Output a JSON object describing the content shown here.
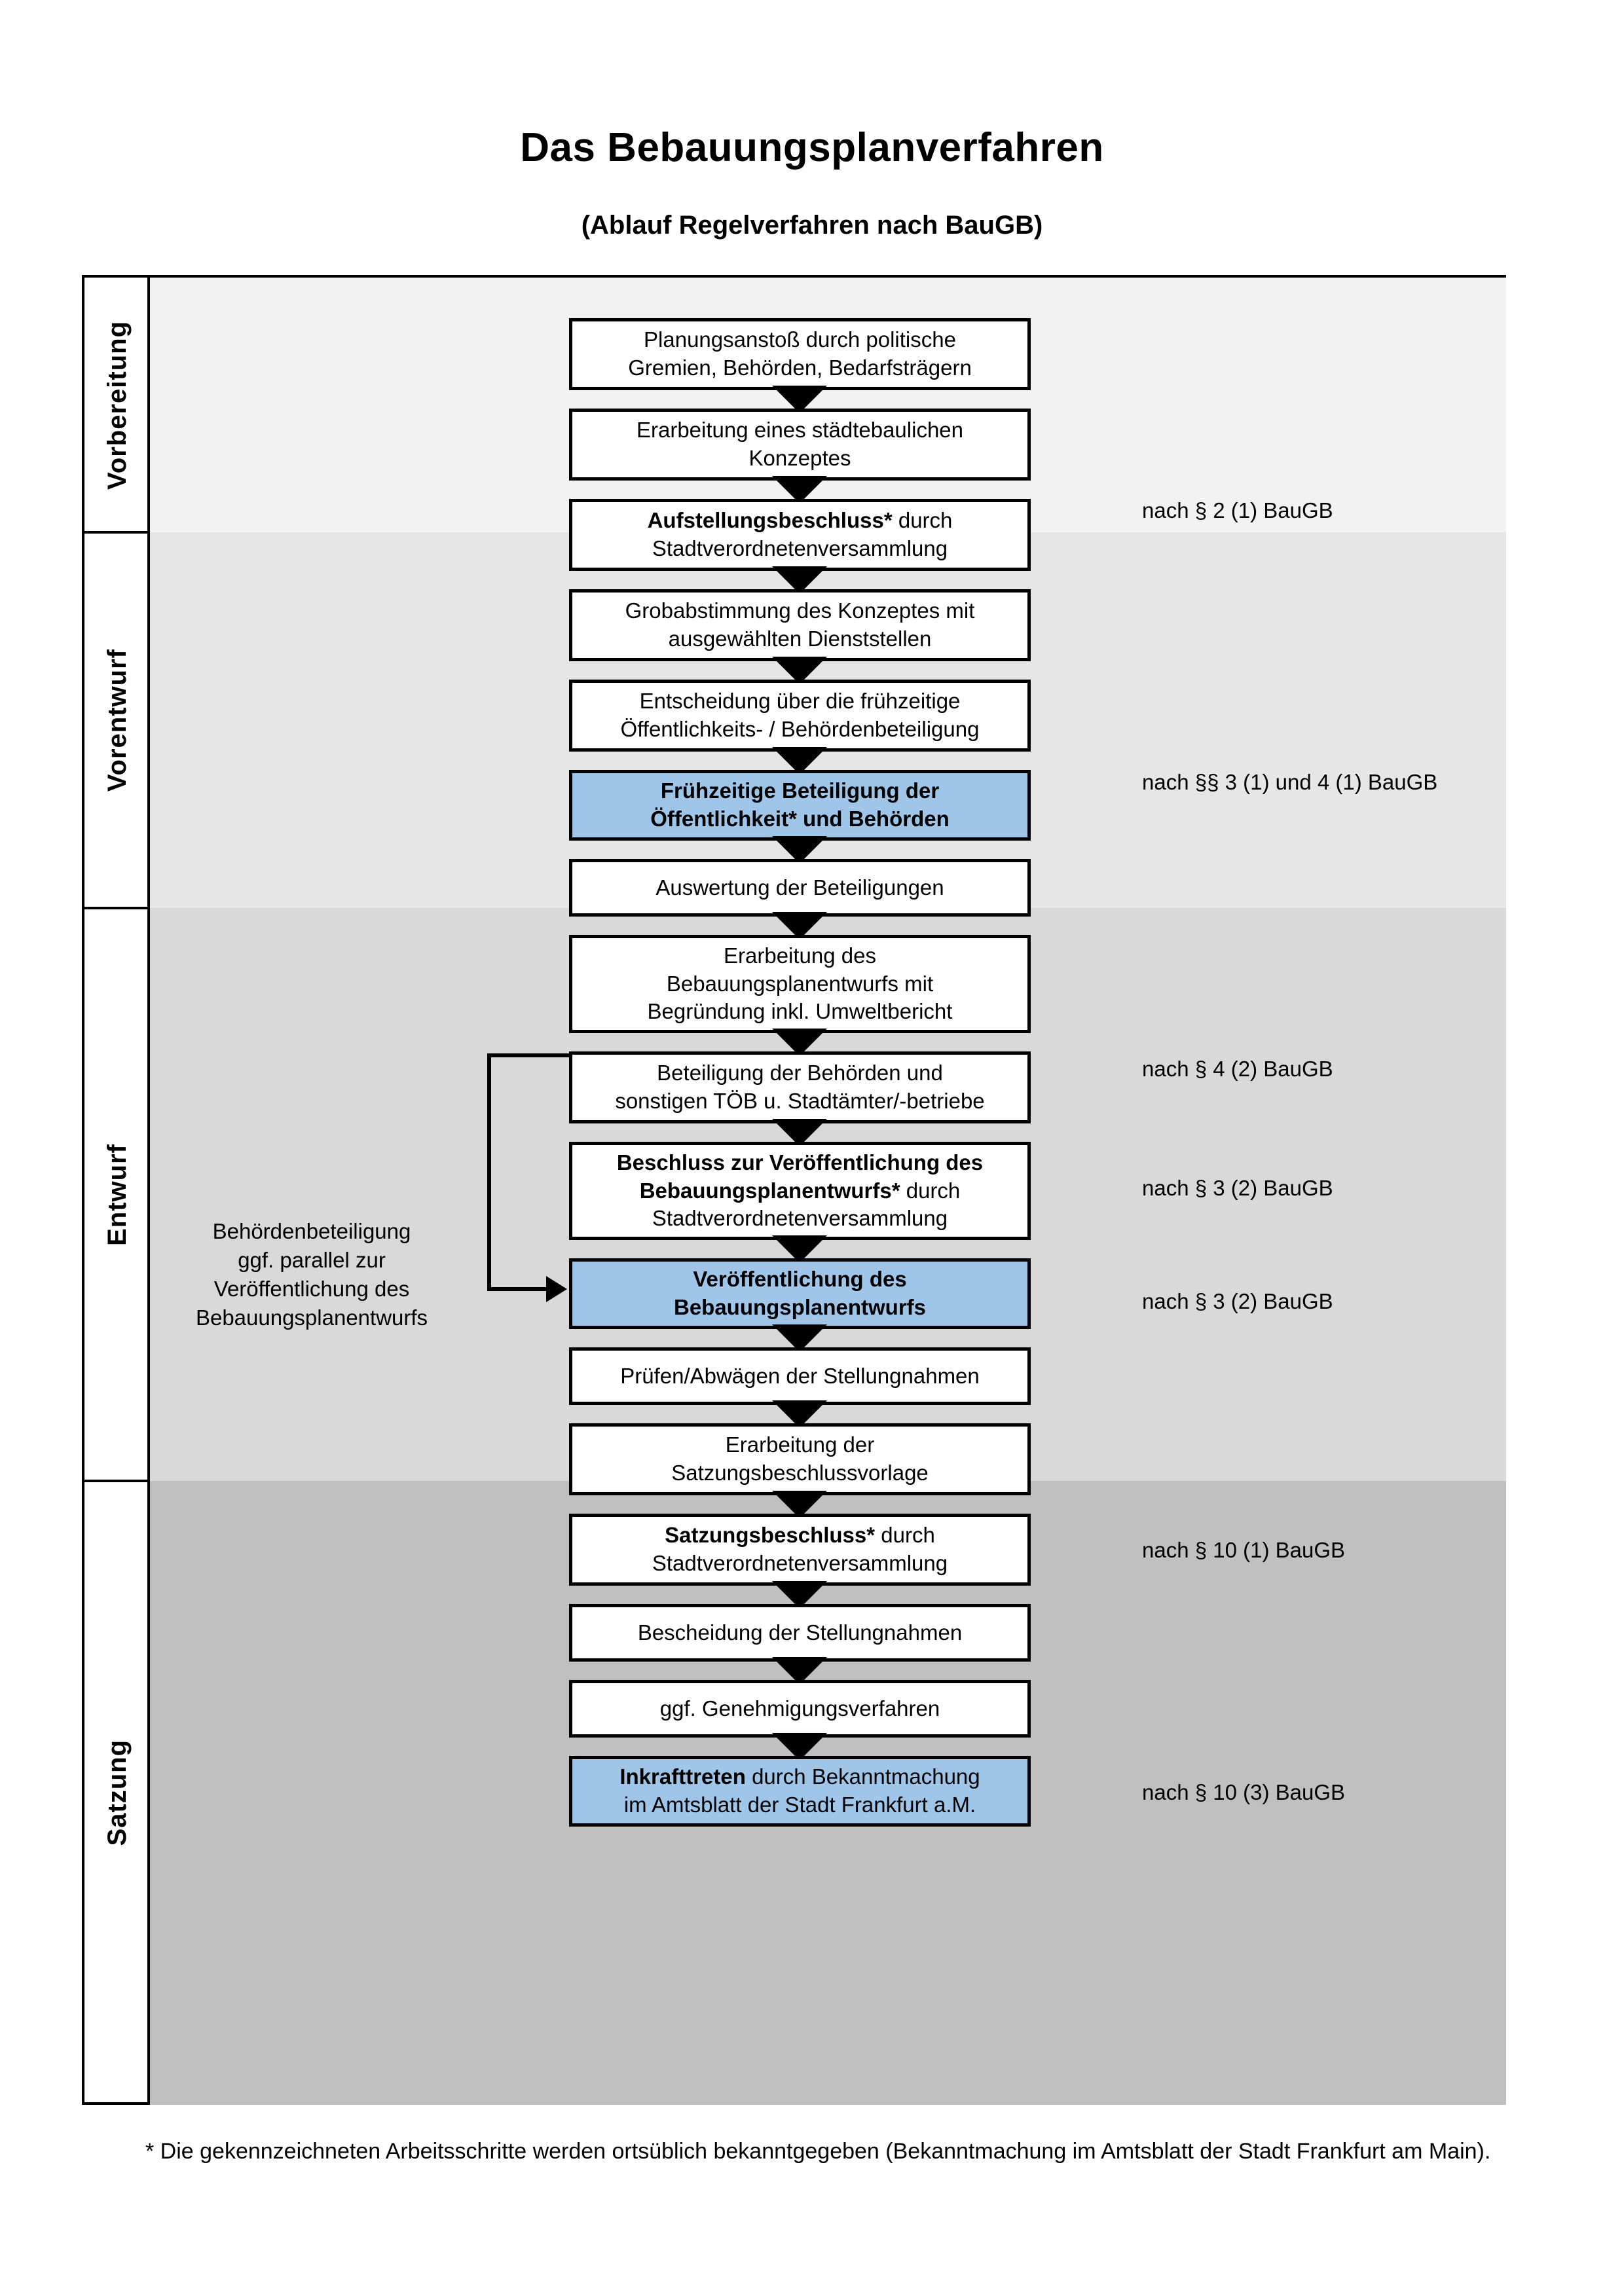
{
  "title": "Das Bebauungsplanverfahren",
  "subtitle": "(Ablauf Regelverfahren nach BauGB)",
  "colors": {
    "highlight_blue": "#9FC5E8",
    "band_1": "#F2F2F2",
    "band_2": "#E6E6E6",
    "band_3": "#D9D9D9",
    "band_4": "#C0C0C0",
    "stroke": "#000000"
  },
  "phases": [
    {
      "label": "Vorbereitung"
    },
    {
      "label": "Vorentwurf"
    },
    {
      "label": "Entwurf"
    },
    {
      "label": "Satzung"
    }
  ],
  "steps": [
    {
      "id": "planungsanstoss",
      "line1": "Planungsanstoß durch politische",
      "line2": "Gremien, Behörden, Bedarfsträgern",
      "bold_prefix": "",
      "highlighted": false
    },
    {
      "id": "staedtebauliches-konzept",
      "line1": "Erarbeitung eines städtebaulichen",
      "line2": "Konzeptes",
      "bold_prefix": "",
      "highlighted": false
    },
    {
      "id": "aufstellungsbeschluss",
      "line1": "Aufstellungsbeschluss* durch",
      "line2": "Stadtverordnetenversammlung",
      "bold_prefix": "Aufstellungsbeschluss*",
      "highlighted": false
    },
    {
      "id": "grobabstimmung",
      "line1": "Grobabstimmung des Konzeptes mit",
      "line2": "ausgewählten Dienststellen",
      "bold_prefix": "",
      "highlighted": false
    },
    {
      "id": "entscheidung-fruehzeitige",
      "line1": "Entscheidung über die frühzeitige",
      "line2": "Öffentlichkeits- / Behördenbeteiligung",
      "bold_prefix": "",
      "highlighted": false
    },
    {
      "id": "fruehzeitige-beteiligung",
      "line1": "Frühzeitige Beteiligung der",
      "line2": "Öffentlichkeit* und Behörden",
      "bold_prefix": "ALL",
      "highlighted": true
    },
    {
      "id": "auswertung-beteiligungen",
      "line1": "Auswertung der Beteiligungen",
      "line2": "",
      "bold_prefix": "",
      "highlighted": false
    },
    {
      "id": "erarbeitung-bplan-entwurf",
      "line1": "Erarbeitung des",
      "line2": "Bebauungsplanentwurfs mit",
      "line3": "Begründung inkl. Umweltbericht",
      "bold_prefix": "",
      "highlighted": false
    },
    {
      "id": "beteiligung-behoerden-toeb",
      "line1": "Beteiligung der Behörden und",
      "line2": "sonstigen TÖB u. Stadtämter/-betriebe",
      "bold_prefix": "",
      "highlighted": false
    },
    {
      "id": "beschluss-veroeffentlichung",
      "line1": "Beschluss zur Veröffentlichung des",
      "line2": "Bebauungsplanentwurfs* durch",
      "line3": "Stadtverordnetenversammlung",
      "bold_prefix": "Beschluss zur Veröffentlichung des Bebauungsplanentwurfs*",
      "highlighted": false
    },
    {
      "id": "veroeffentlichung-bplan-entwurf",
      "line1": "Veröffentlichung des",
      "line2": "Bebauungsplanentwurfs",
      "bold_prefix": "ALL",
      "highlighted": true
    },
    {
      "id": "pruefen-abwaegen",
      "line1": "Prüfen/Abwägen der Stellungnahmen",
      "line2": "",
      "bold_prefix": "",
      "highlighted": false
    },
    {
      "id": "erarbeitung-satzungsvorlage",
      "line1": "Erarbeitung der",
      "line2": "Satzungsbeschlussvorlage",
      "bold_prefix": "",
      "highlighted": false
    },
    {
      "id": "satzungsbeschluss",
      "line1": "Satzungsbeschluss* durch",
      "line2": "Stadtverordnetenversammlung",
      "bold_prefix": "Satzungsbeschluss*",
      "highlighted": false
    },
    {
      "id": "bescheidung-stellungnahmen",
      "line1": "Bescheidung der Stellungnahmen",
      "line2": "",
      "bold_prefix": "",
      "highlighted": false
    },
    {
      "id": "ggf-genehmigungsverfahren",
      "line1": "ggf. Genehmigungsverfahren",
      "line2": "",
      "bold_prefix": "",
      "highlighted": false
    },
    {
      "id": "inkrafttreten",
      "line1": "Inkrafttreten durch Bekanntmachung",
      "line2": "im Amtsblatt der Stadt Frankfurt a.M.",
      "bold_prefix": "Inkrafttreten",
      "highlighted": true
    }
  ],
  "annotations": [
    {
      "id": "ann-par2-1",
      "text": "nach § 2 (1) BauGB"
    },
    {
      "id": "ann-par3-1-4-1",
      "text": "nach §§ 3 (1) und 4 (1) BauGB"
    },
    {
      "id": "ann-par4-2",
      "text": "nach § 4 (2) BauGB"
    },
    {
      "id": "ann-par3-2-a",
      "text": "nach § 3 (2) BauGB"
    },
    {
      "id": "ann-par3-2-b",
      "text": "nach § 3 (2) BauGB"
    },
    {
      "id": "ann-par10-1",
      "text": "nach § 10 (1) BauGB"
    },
    {
      "id": "ann-par10-3",
      "text": "nach § 10 (3) BauGB"
    }
  ],
  "side_note": {
    "line1": "Behördenbeteiligung",
    "line2": "ggf. parallel zur",
    "line3": "Veröffentlichung des",
    "line4": "Bebauungsplanentwurfs"
  },
  "footnote": "* Die gekennzeichneten Arbeitsschritte werden ortsüblich bekanntgegeben (Bekanntmachung im Amtsblatt  der Stadt Frankfurt am Main)."
}
